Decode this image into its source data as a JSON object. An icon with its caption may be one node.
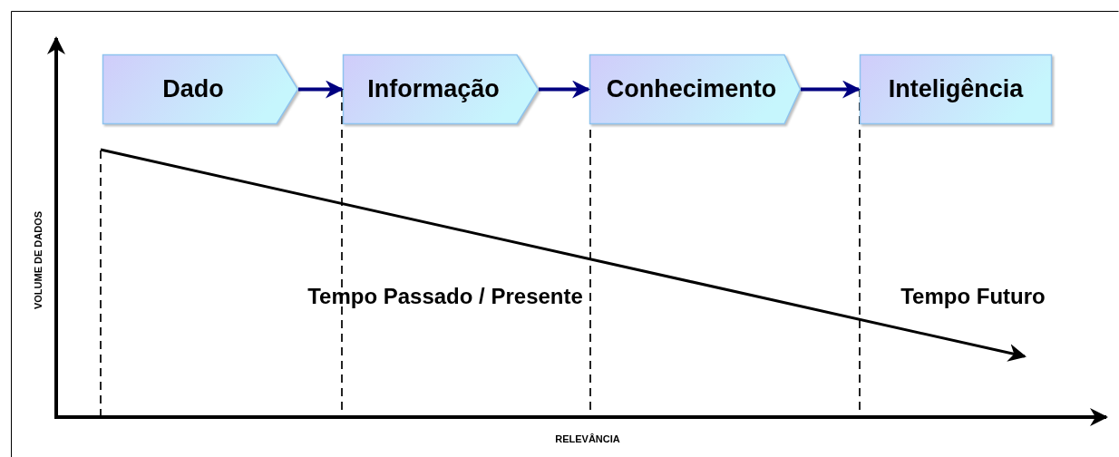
{
  "diagram": {
    "nodes": [
      {
        "text": [
          "Dado"
        ]
      },
      {
        "text": [
          "Informação"
        ]
      },
      {
        "text": [
          "Conhecimento"
        ]
      },
      {
        "text": [
          "Inteligência"
        ]
      }
    ],
    "edges": [
      {
        "from": 0,
        "to": 1,
        "arrow": "to"
      },
      {
        "from": 1,
        "to": 2,
        "arrow": "to"
      },
      {
        "from": 2,
        "to": 3,
        "arrow": "to"
      }
    ],
    "labels": [
      "Tempo Passado / Presente",
      "Tempo Futuro",
      "VOLUME DE DADOS",
      "RELEVÂNCIA"
    ]
  }
}
